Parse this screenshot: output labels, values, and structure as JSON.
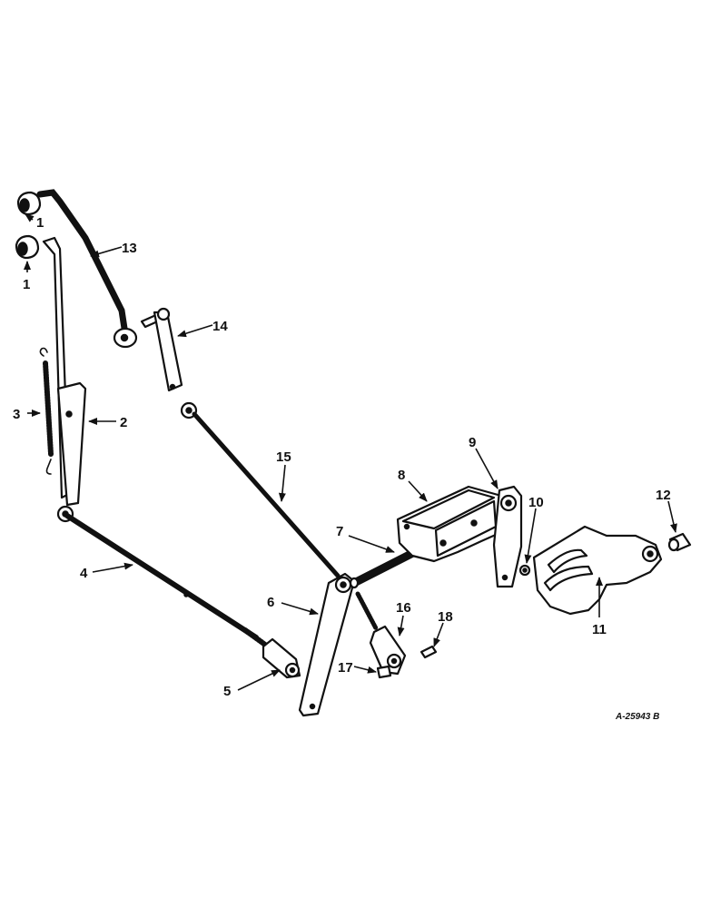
{
  "callouts": [
    {
      "id": "c1a",
      "label": "1"
    },
    {
      "id": "c1b",
      "label": "1"
    },
    {
      "id": "c2",
      "label": "2"
    },
    {
      "id": "c3",
      "label": "3"
    },
    {
      "id": "c4",
      "label": "4"
    },
    {
      "id": "c5",
      "label": "5"
    },
    {
      "id": "c6",
      "label": "6"
    },
    {
      "id": "c7",
      "label": "7"
    },
    {
      "id": "c8",
      "label": "8"
    },
    {
      "id": "c9",
      "label": "9"
    },
    {
      "id": "c10",
      "label": "10"
    },
    {
      "id": "c11",
      "label": "11"
    },
    {
      "id": "c12",
      "label": "12"
    },
    {
      "id": "c13",
      "label": "13"
    },
    {
      "id": "c14",
      "label": "14"
    },
    {
      "id": "c15",
      "label": "15"
    },
    {
      "id": "c16",
      "label": "16"
    },
    {
      "id": "c17",
      "label": "17"
    },
    {
      "id": "c18",
      "label": "18"
    }
  ],
  "drawing_ref": "A-25943 B"
}
